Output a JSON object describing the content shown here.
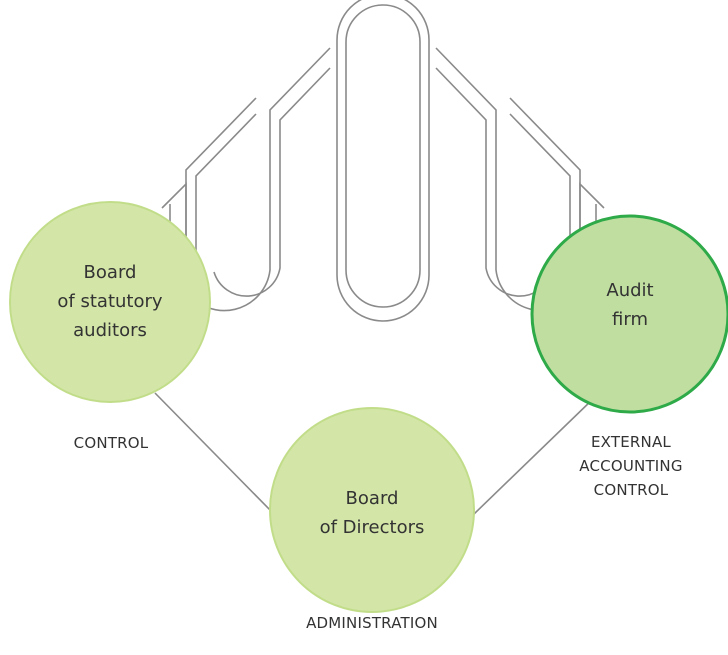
{
  "nodes": {
    "statutory_auditors": {
      "lines": [
        "Board",
        "of statutory",
        "auditors"
      ],
      "fill": "#d3e6a8",
      "stroke": "#c2dd8a"
    },
    "audit_firm": {
      "lines": [
        "Audit",
        "firm"
      ],
      "fill": "#bfdea0",
      "stroke": "#2eaa48"
    },
    "board_of_directors": {
      "lines": [
        "Board",
        "of Directors"
      ],
      "fill": "#d3e6a8",
      "stroke": "#c2dd8a"
    }
  },
  "captions": {
    "control": "CONTROL",
    "external": [
      "EXTERNAL",
      "ACCOUNTING",
      "CONTROL"
    ],
    "administration": "ADMINISTRATION"
  },
  "colors": {
    "connector": "#8a8a8a",
    "emblem_stroke": "#8a8a8a"
  }
}
